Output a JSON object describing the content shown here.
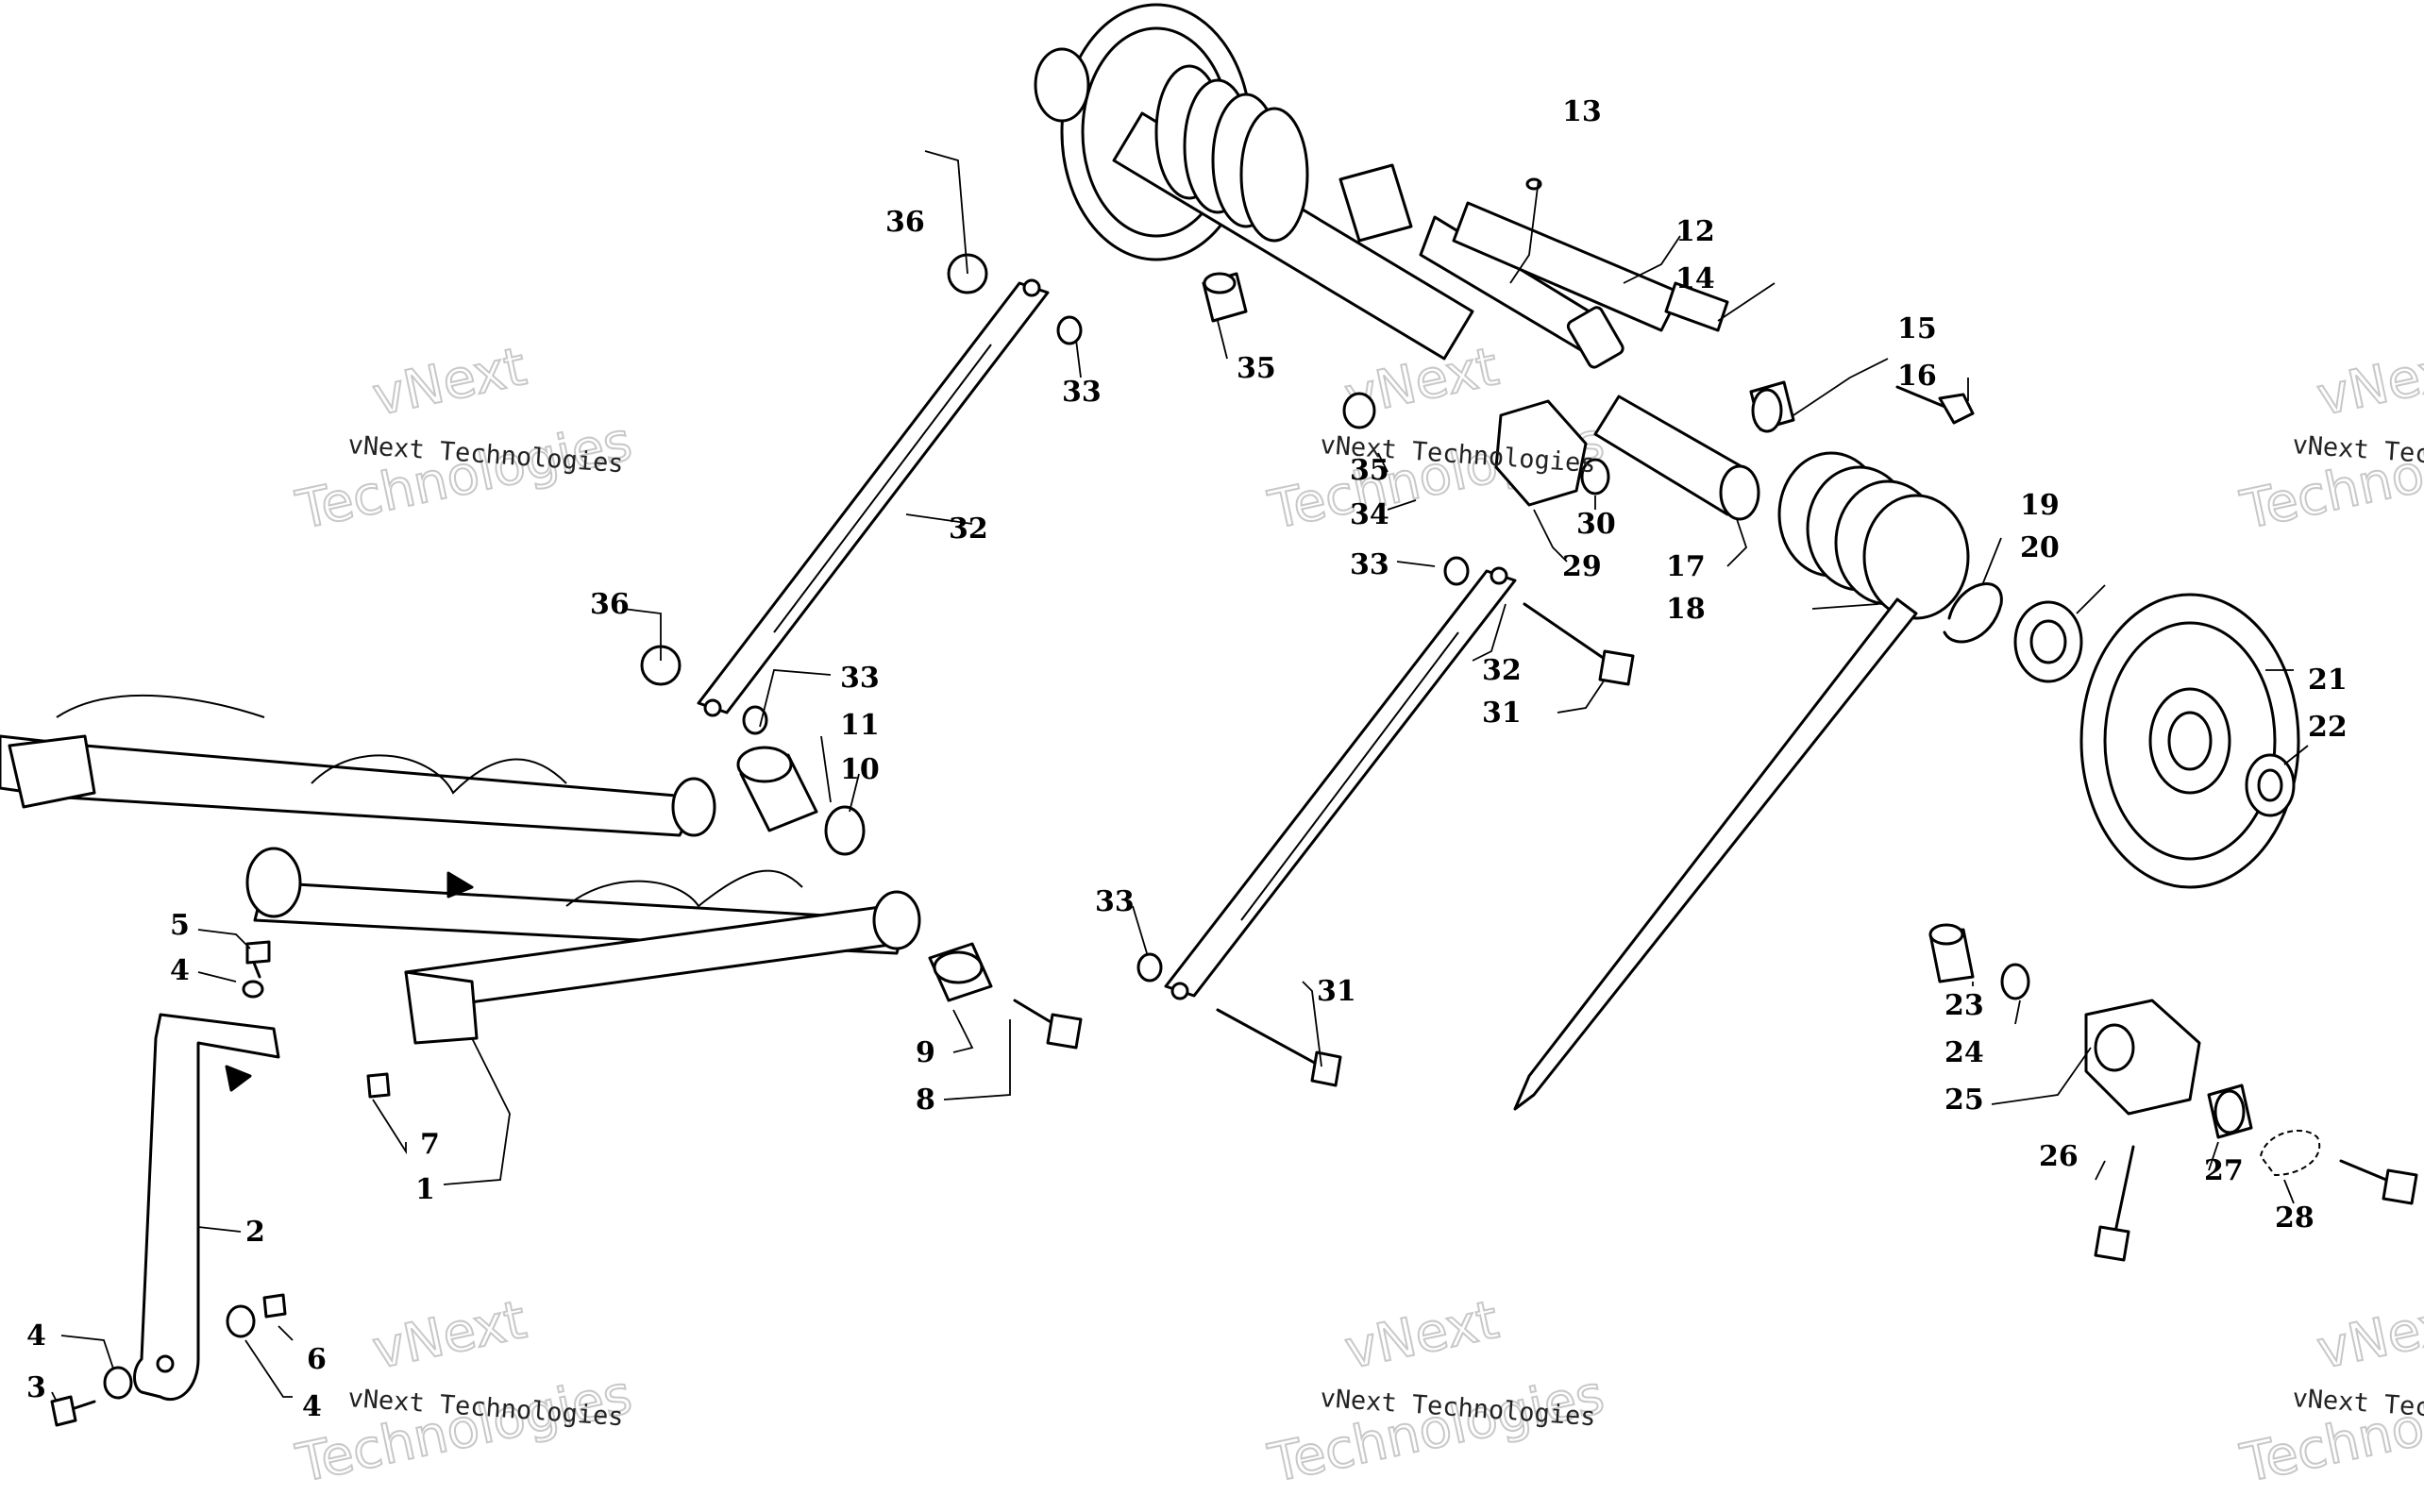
{
  "watermark": {
    "caption": "vNext Technologies",
    "big_line1": "vNext",
    "big_line2": "Technologies"
  },
  "callouts": {
    "c1": "1",
    "c2": "2",
    "c3": "3",
    "c4a": "4",
    "c4b": "4",
    "c4c": "4",
    "c5": "5",
    "c6": "6",
    "c7": "7",
    "c8": "8",
    "c9": "9",
    "c10": "10",
    "c11": "11",
    "c12": "12",
    "c13": "13",
    "c14": "14",
    "c15": "15",
    "c16": "16",
    "c17": "17",
    "c18": "18",
    "c19": "19",
    "c20": "20",
    "c21": "21",
    "c22": "22",
    "c23": "23",
    "c24": "24",
    "c25": "25",
    "c26": "26",
    "c27": "27",
    "c28": "28",
    "c29": "29",
    "c30": "30",
    "c31a": "31",
    "c31b": "31",
    "c32a": "32",
    "c32b": "32",
    "c33a": "33",
    "c33b": "33",
    "c33c": "33",
    "c33d": "33",
    "c34": "34",
    "c35a": "35",
    "c35b": "35",
    "c36a": "36",
    "c36b": "36"
  }
}
